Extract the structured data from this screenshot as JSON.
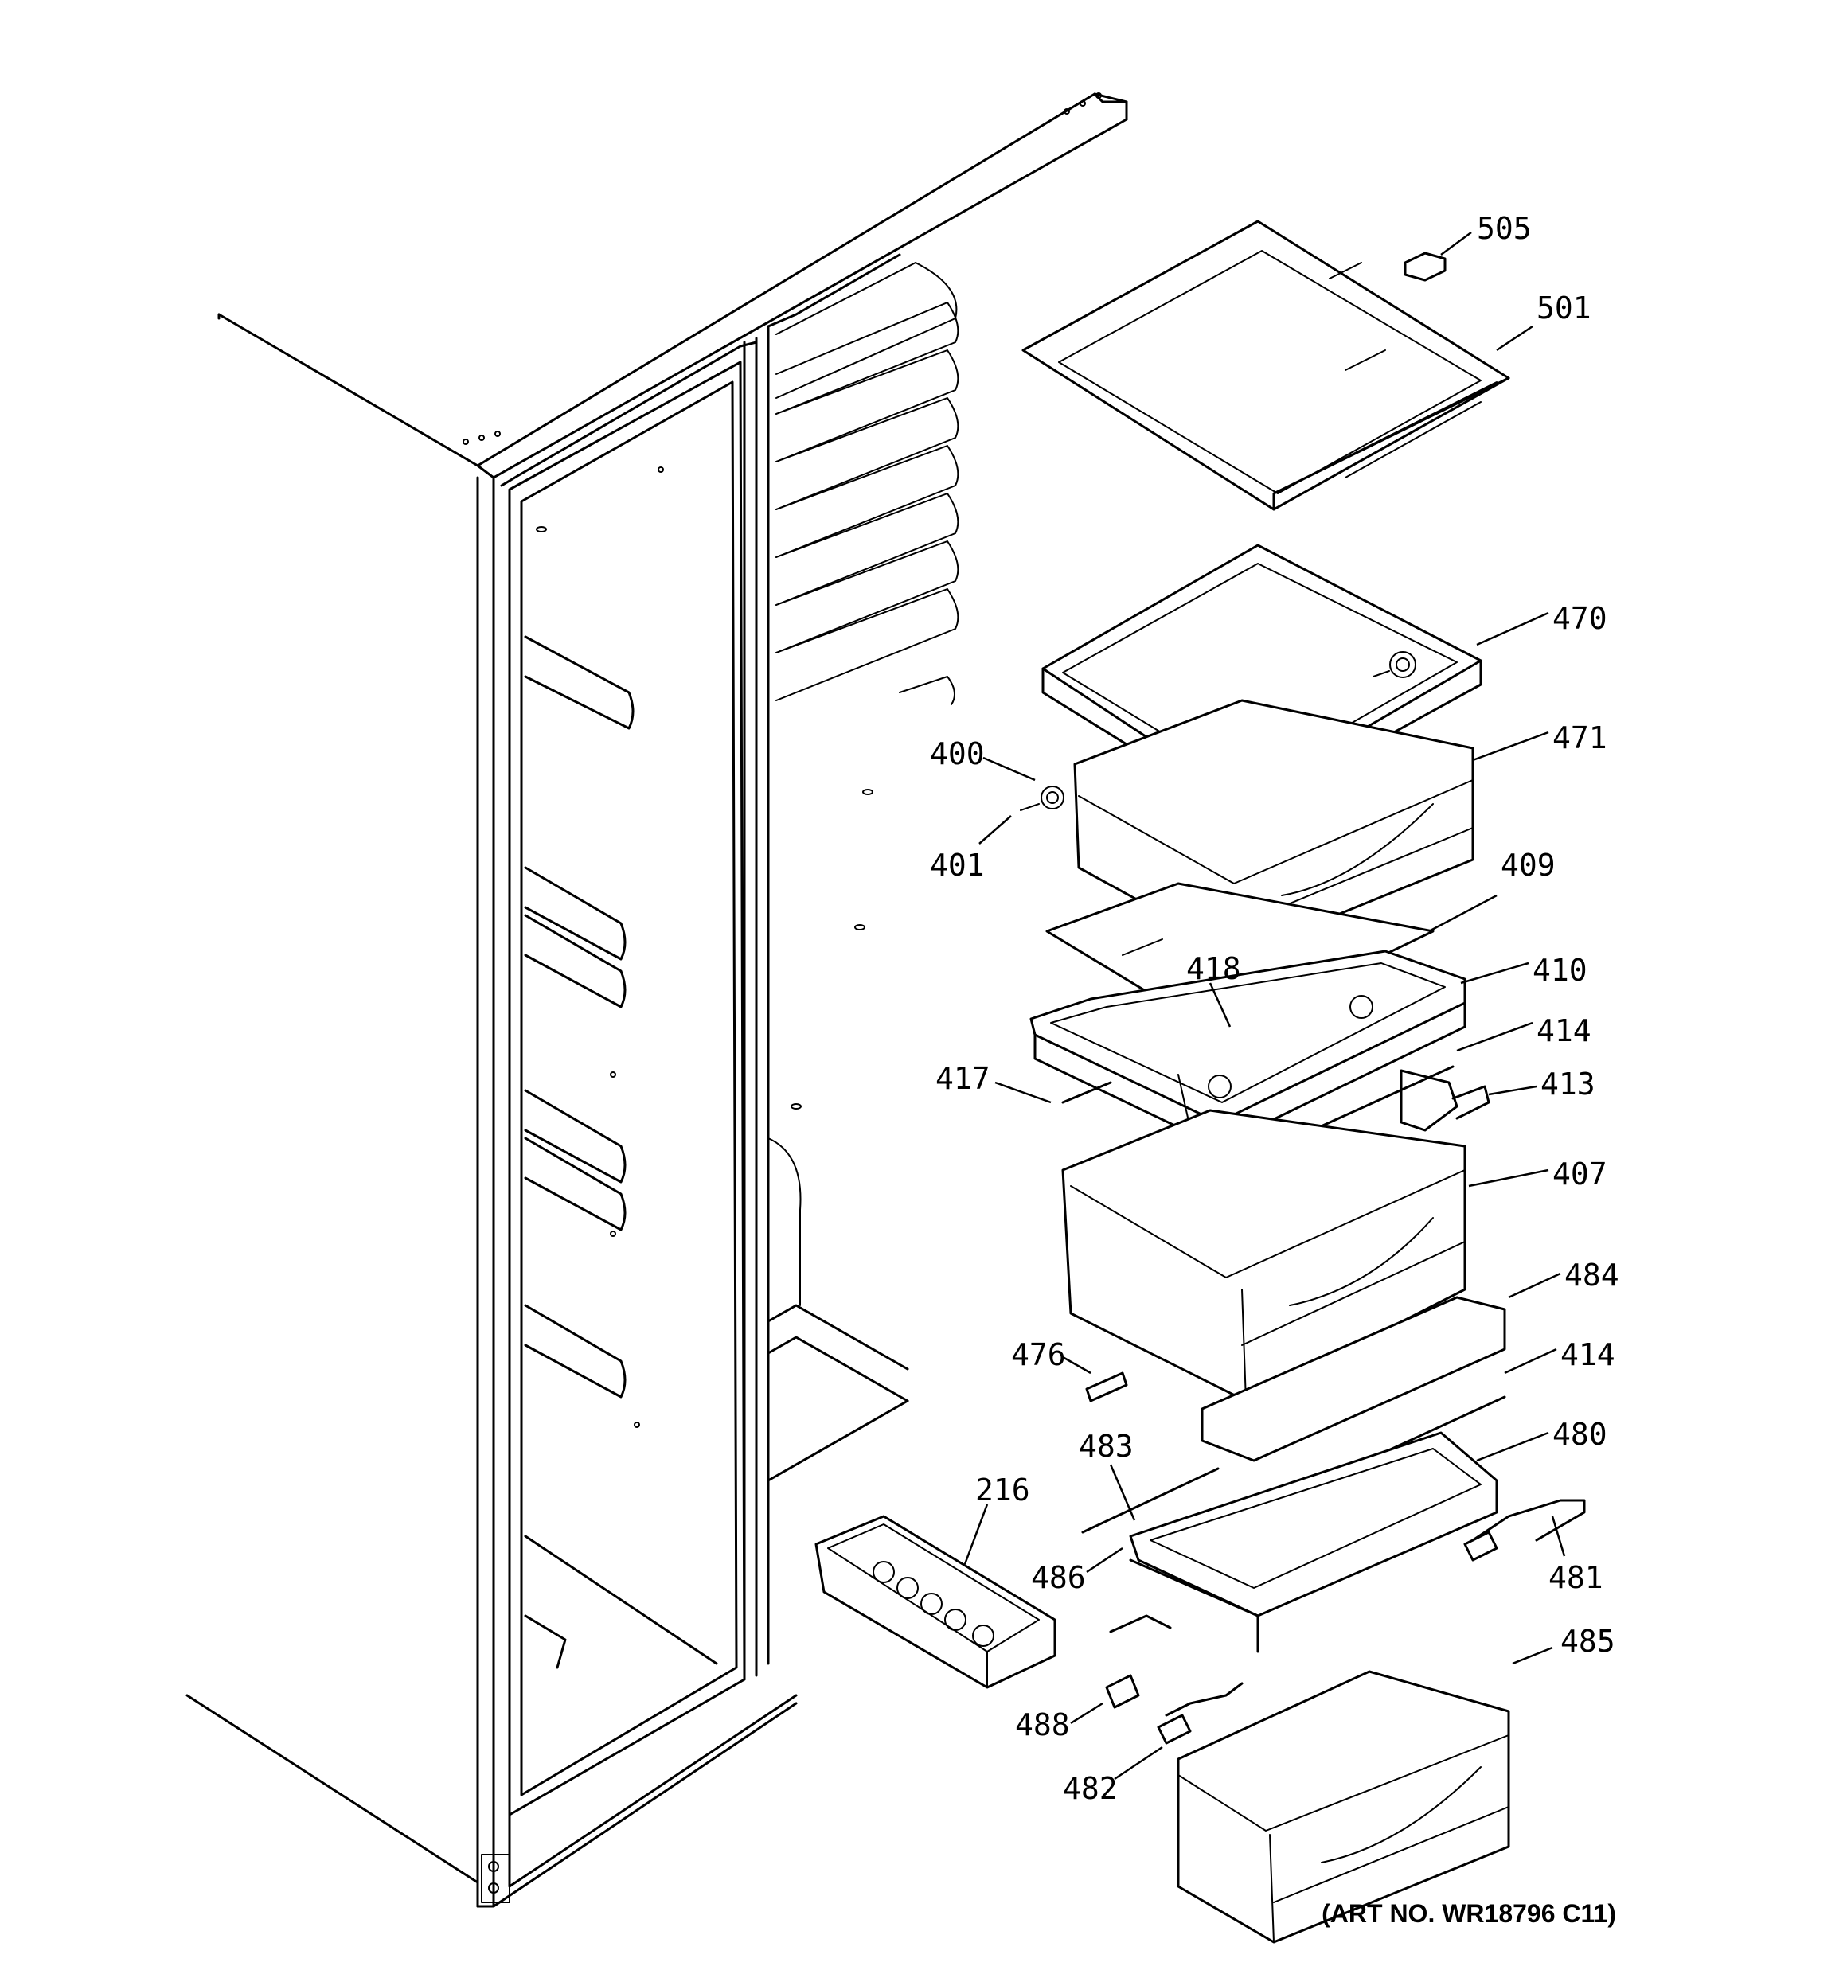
{
  "art_number": "(ART NO. WR18796 C11)",
  "part_numbers": {
    "p505": "505",
    "p501": "501",
    "p470": "470",
    "p471": "471",
    "p400": "400",
    "p401": "401",
    "p409": "409",
    "p410": "410",
    "p418": "418",
    "p414a": "414",
    "p413": "413",
    "p417": "417",
    "p407": "407",
    "p484": "484",
    "p476": "476",
    "p414b": "414",
    "p483": "483",
    "p480": "480",
    "p216": "216",
    "p486": "486",
    "p481": "481",
    "p485": "485",
    "p488": "488",
    "p482": "482"
  }
}
